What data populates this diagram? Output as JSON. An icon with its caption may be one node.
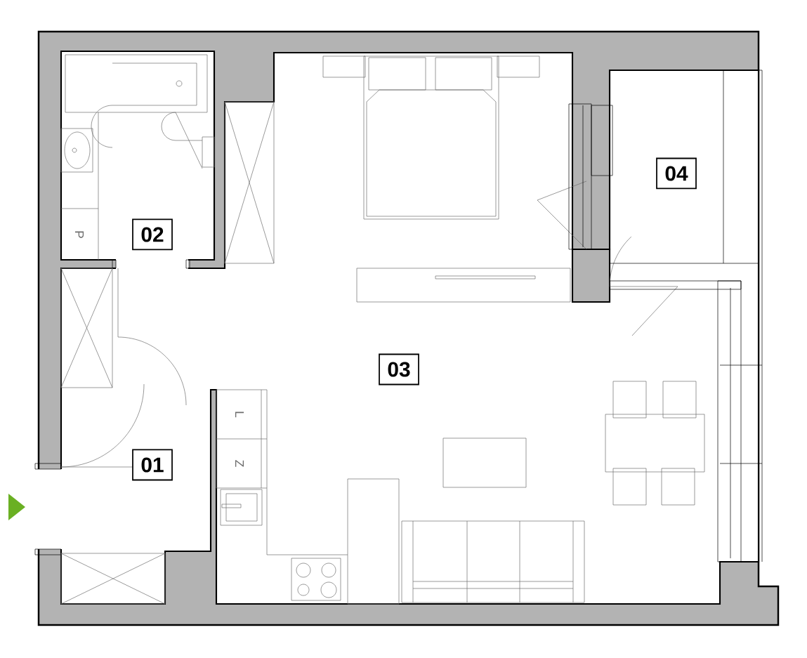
{
  "diagram": {
    "nodes": [
      {
        "text": [
          "01"
        ]
      },
      {
        "text": [
          "02"
        ]
      },
      {
        "text": [
          "03"
        ]
      },
      {
        "text": [
          "04"
        ]
      }
    ],
    "labels": [
      "P",
      "L",
      "Z"
    ]
  }
}
